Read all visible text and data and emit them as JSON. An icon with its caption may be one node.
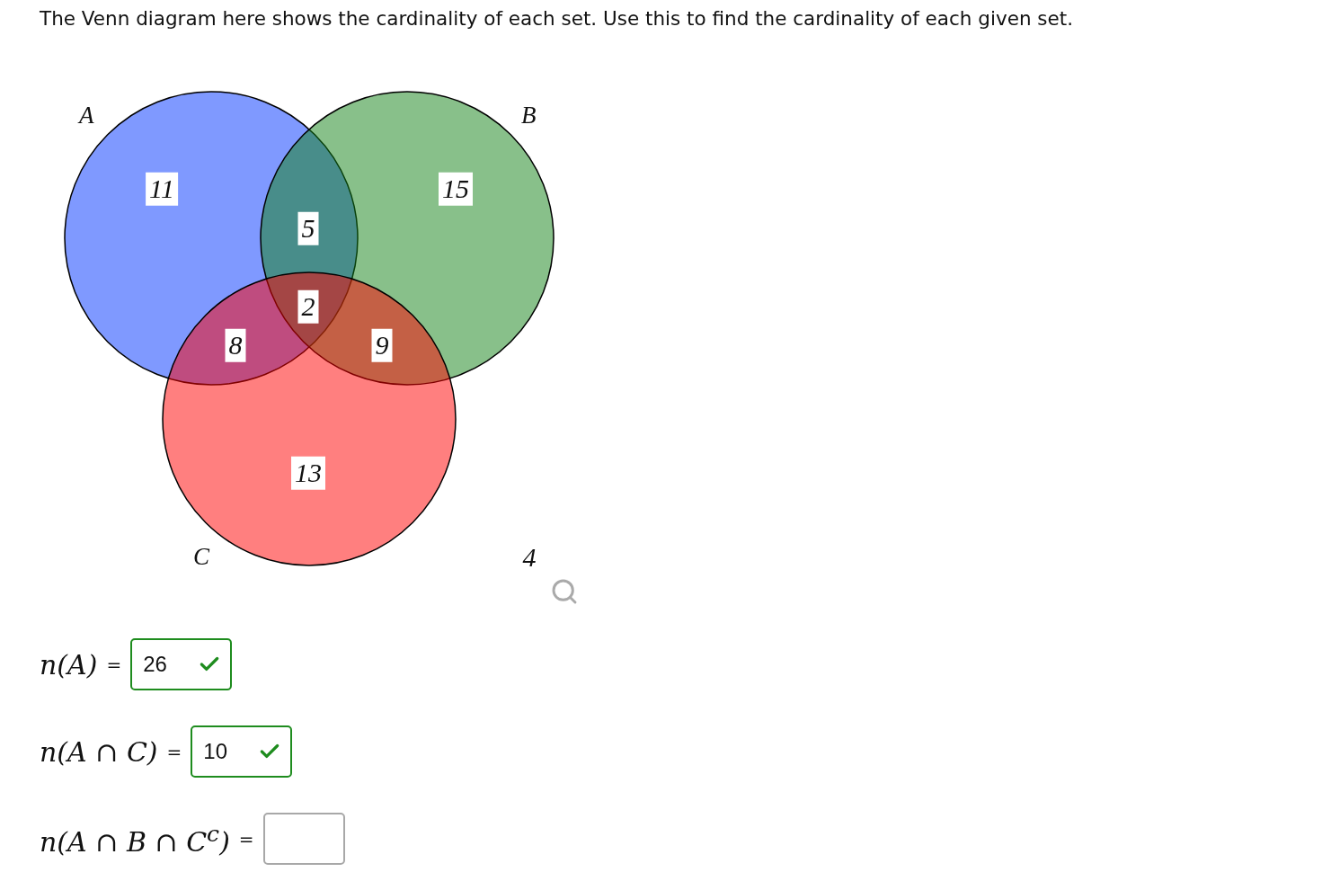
{
  "diagram": {
    "title": "The Venn diagram here shows the cardinality of each set. Use this to find the cardinality of each given set.",
    "nodes": [
      {
        "text": [
          "A"
        ]
      },
      {
        "text": [
          "B"
        ]
      },
      {
        "text": [
          "C"
        ]
      }
    ],
    "labels": [
      "11",
      "15",
      "5",
      "2",
      "8",
      "9",
      "13",
      "4",
      "n(A)",
      "=",
      "26",
      "n(A ∩ C)",
      "=",
      "10",
      "n(A ∩ B ∩ C$^{c}$)",
      "="
    ]
  }
}
